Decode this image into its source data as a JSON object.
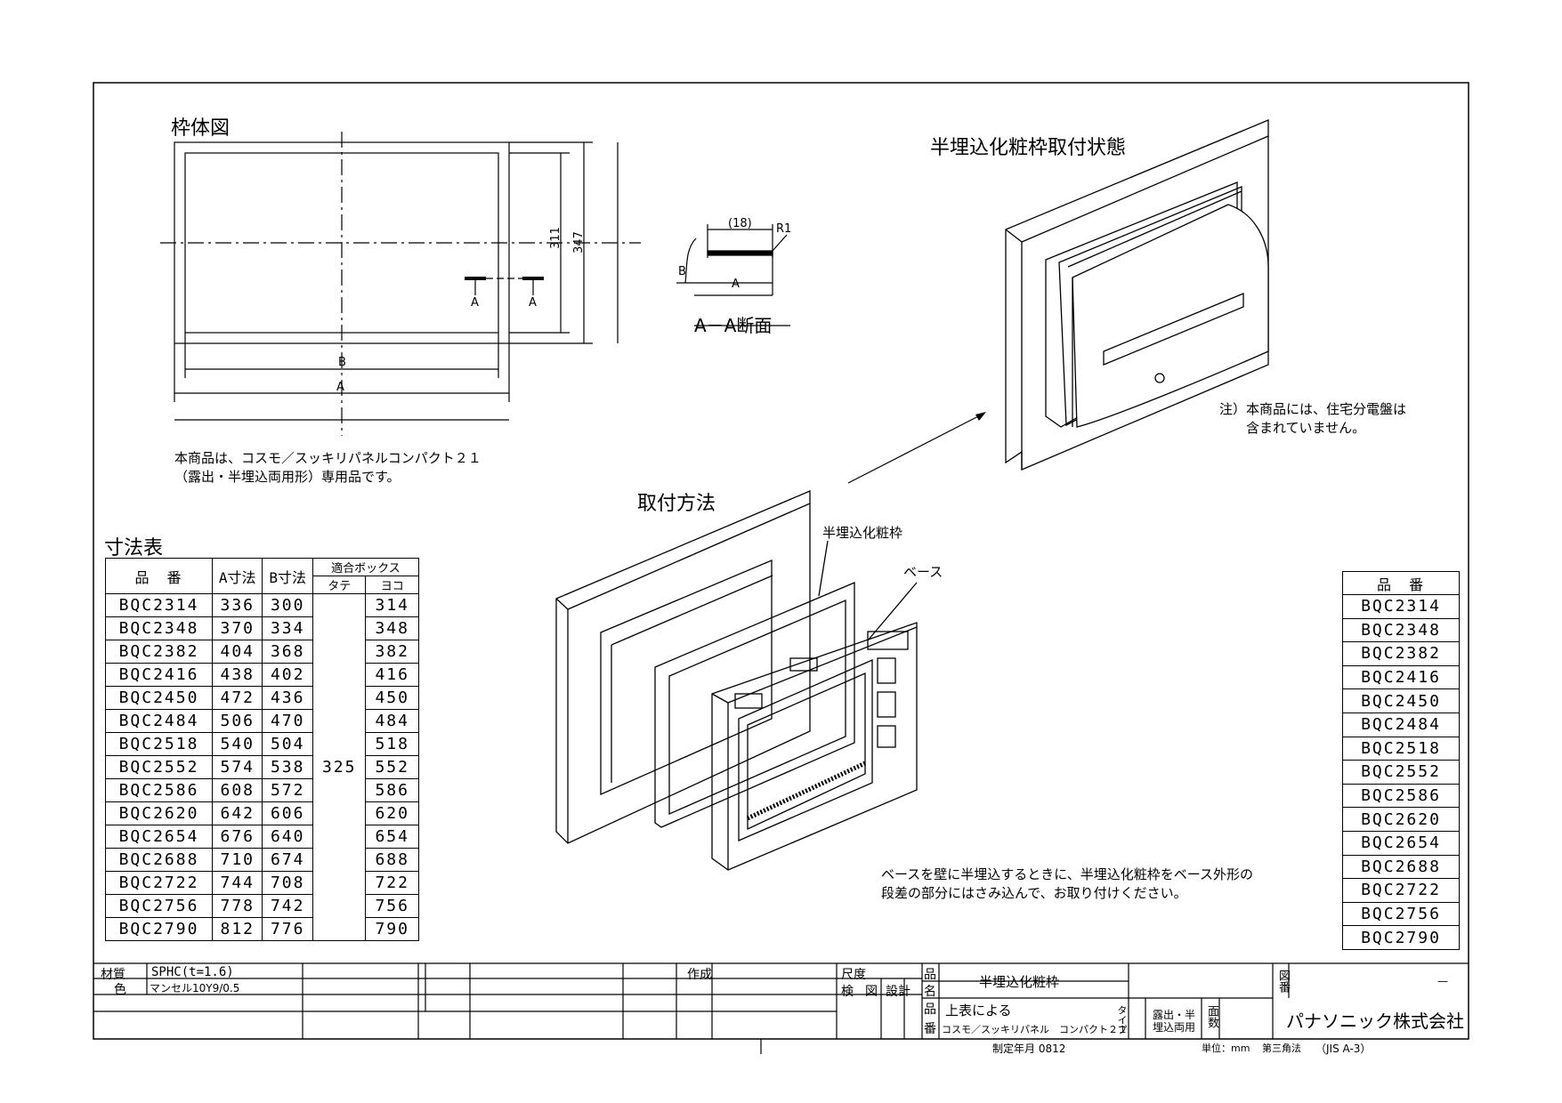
{
  "frame_title": "枠体図",
  "frame_dims": {
    "a": "A",
    "b": "B",
    "h311": "311",
    "h347": "347",
    "sec_a": "A",
    "sec_a2": "A"
  },
  "section": {
    "dim18": "(18)",
    "r1": "R1",
    "b": "B",
    "a": "A",
    "title": "A－A断面"
  },
  "note_product": [
    "本商品は、コスモ／スッキリパネルコンパクト２１",
    "（露出・半埋込両用形）専用品です。"
  ],
  "install_state_title": "半埋込化粧枠取付状態",
  "install_state_note": [
    "注）本商品には、住宅分電盤は",
    "含まれていません。"
  ],
  "method_title": "取付方法",
  "method_labels": {
    "frame": "半埋込化粧枠",
    "base": "ベース"
  },
  "method_note": [
    "ベースを壁に半埋込するときに、半埋込化粧枠をベース外形の",
    "段差の部分にはさみ込んで、お取り付けください。"
  ],
  "dim_table": {
    "title": "寸法表",
    "headers": {
      "part": "品　番",
      "a": "A寸法",
      "b": "B寸法",
      "box": "適合ボックス",
      "tate": "タテ",
      "yoko": "ヨコ"
    },
    "tate_value": "325",
    "rows": [
      [
        "BQC2314",
        "336",
        "300",
        "314"
      ],
      [
        "BQC2348",
        "370",
        "334",
        "348"
      ],
      [
        "BQC2382",
        "404",
        "368",
        "382"
      ],
      [
        "BQC2416",
        "438",
        "402",
        "416"
      ],
      [
        "BQC2450",
        "472",
        "436",
        "450"
      ],
      [
        "BQC2484",
        "506",
        "470",
        "484"
      ],
      [
        "BQC2518",
        "540",
        "504",
        "518"
      ],
      [
        "BQC2552",
        "574",
        "538",
        "552"
      ],
      [
        "BQC2586",
        "608",
        "572",
        "586"
      ],
      [
        "BQC2620",
        "642",
        "606",
        "620"
      ],
      [
        "BQC2654",
        "676",
        "640",
        "654"
      ],
      [
        "BQC2688",
        "710",
        "674",
        "688"
      ],
      [
        "BQC2722",
        "744",
        "708",
        "722"
      ],
      [
        "BQC2756",
        "778",
        "742",
        "756"
      ],
      [
        "BQC2790",
        "812",
        "776",
        "790"
      ]
    ]
  },
  "part_list": {
    "header": "品　番",
    "items": [
      "BQC2314",
      "BQC2348",
      "BQC2382",
      "BQC2416",
      "BQC2450",
      "BQC2484",
      "BQC2518",
      "BQC2552",
      "BQC2586",
      "BQC2620",
      "BQC2654",
      "BQC2688",
      "BQC2722",
      "BQC2756",
      "BQC2790"
    ]
  },
  "title_block": {
    "material_label": "材質",
    "material": "SPHC(t=1.6)",
    "color_label": "色",
    "color": "マンセル10Y9/0.5",
    "created": "作成",
    "scale": "尺度",
    "check": "検",
    "drawn": "図",
    "design": "設計",
    "name_label1": "品",
    "name_label2": "名",
    "name": "半埋込化粧枠",
    "num_label1": "品",
    "num_label2": "番",
    "num1": "上表による",
    "num2": "コスモ／スッキリパネル　コンパクト２１",
    "type_label": "タイプ",
    "type": "露出・半埋込両用",
    "face_label": "面数",
    "drawing_label": "図番",
    "drawing_no": "—",
    "company": "パナソニック株式会社",
    "date": "制定年月 0812",
    "unit": "単位：mm",
    "proj": "第三角法",
    "std": "（JIS A-3）"
  }
}
